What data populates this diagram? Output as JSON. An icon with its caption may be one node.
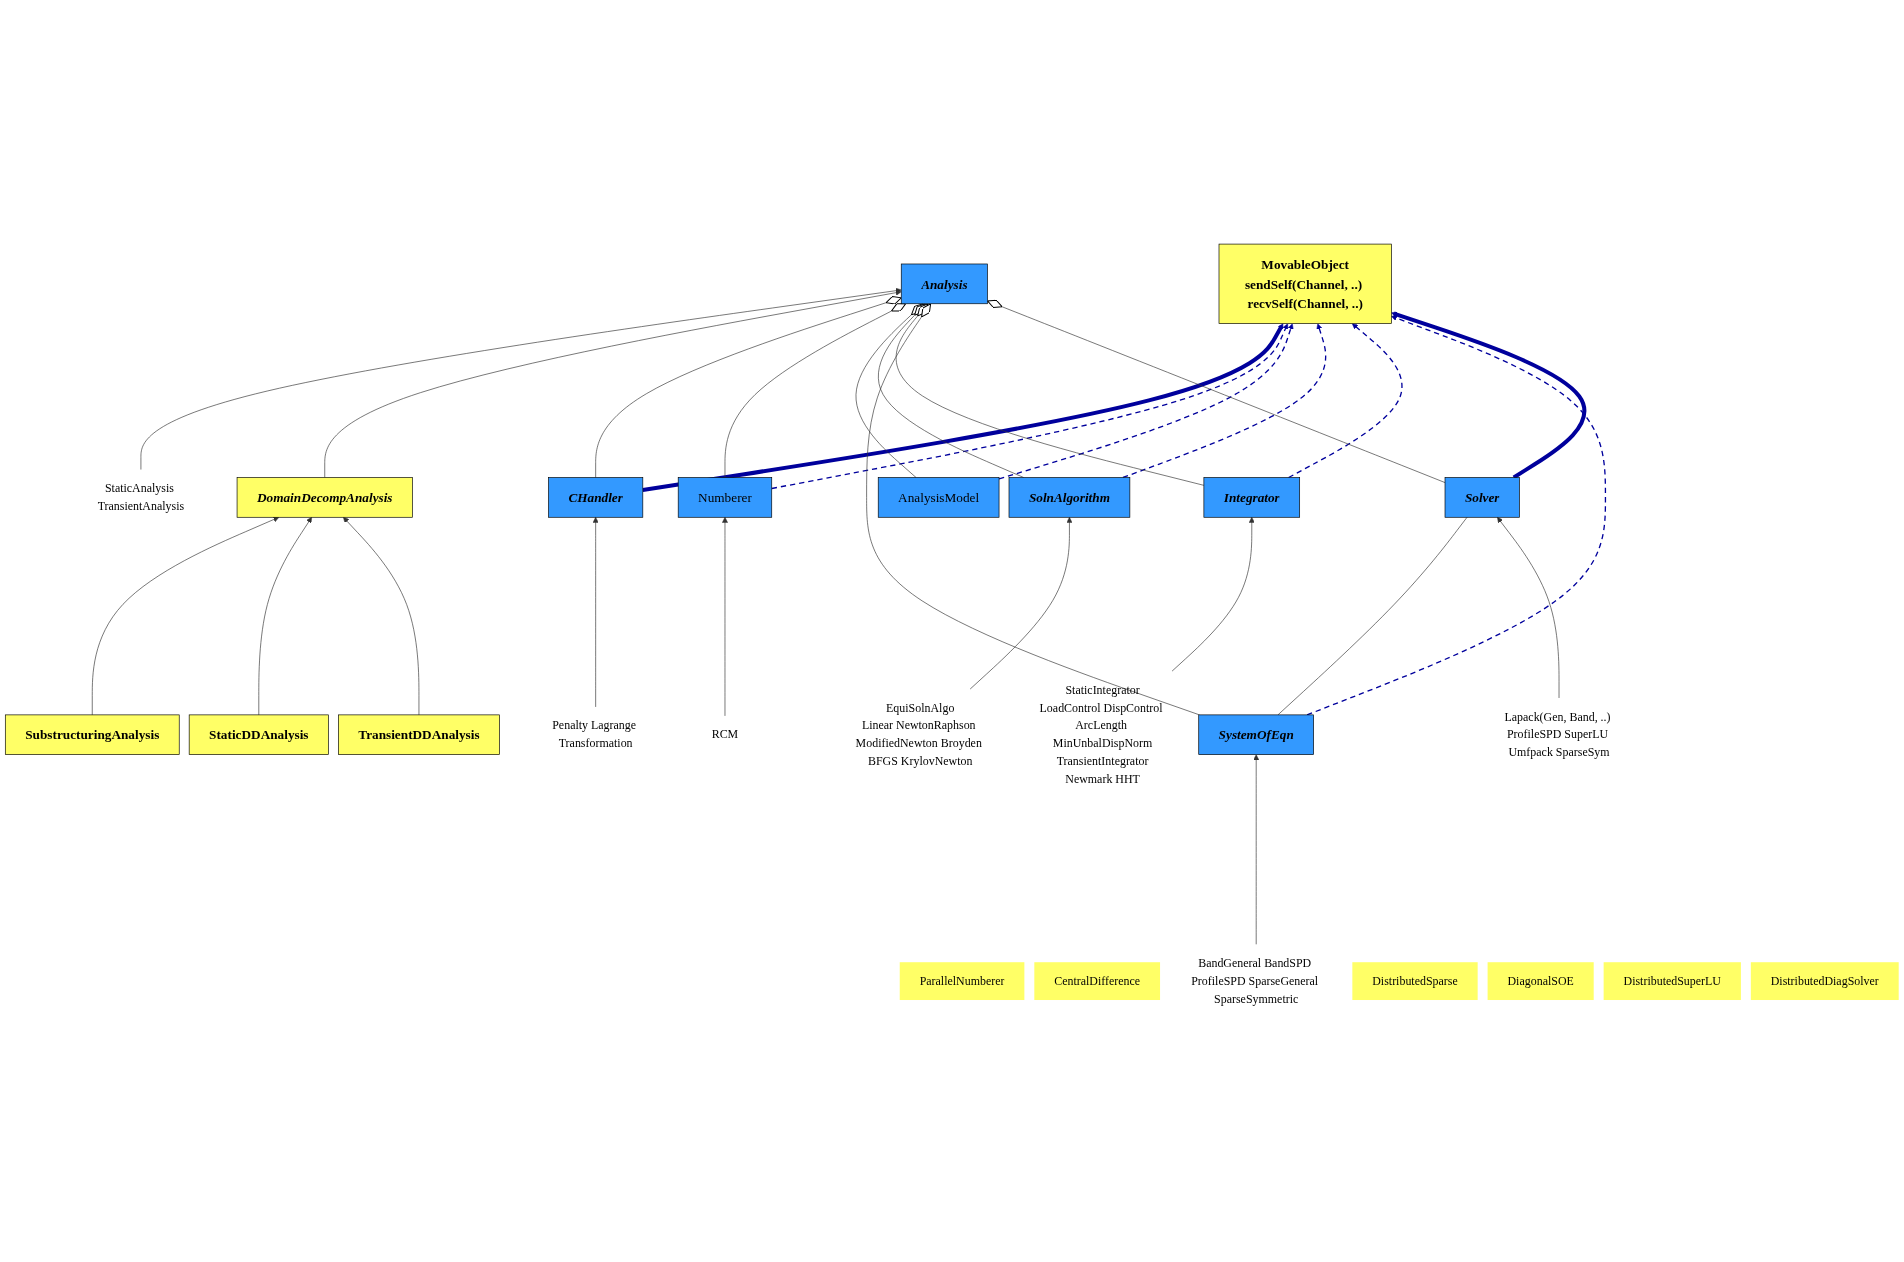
{
  "diagram": {
    "nodes": [
      {
        "text": [
          "MovableObject",
          "sendSelf(Channel, ..) recvSelf(Channel, ..)"
        ]
      },
      {
        "text": [
          "Analysis"
        ]
      },
      {
        "text": [
          "StaticAnalysis TransientAnalysis"
        ]
      },
      {
        "text": [
          "DomainDecompAnalysis"
        ]
      },
      {
        "text": [
          "SubstructuringAnalysis"
        ]
      },
      {
        "text": [
          "StaticDDAnalysis"
        ]
      },
      {
        "text": [
          "TransientDDAnalysis"
        ]
      },
      {
        "text": [
          "CHandler"
        ]
      },
      {
        "text": [
          "Numberer"
        ]
      },
      {
        "text": [
          "AnalysisModel"
        ]
      },
      {
        "text": [
          "SolnAlgorithm"
        ]
      },
      {
        "text": [
          "Integrator"
        ]
      },
      {
        "text": [
          "SystemOfEqn"
        ]
      },
      {
        "text": [
          "Solver"
        ]
      },
      {
        "text": [
          "Penalty Lagrange Transformation"
        ]
      },
      {
        "text": [
          "RCM"
        ]
      },
      {
        "text": [
          "ParallelNumberer"
        ]
      },
      {
        "text": [
          "EquiSolnAlgo",
          "Linear NewtonRaphson ModifiedNewton Broyden BFGS KrylovNewton"
        ]
      },
      {
        "text": [
          "StaticIntegrator",
          "LoadControl DispControl ArcLength MinUnbalDispNorm",
          "TransientIntegrator",
          "Newmark HHT"
        ]
      },
      {
        "text": [
          "CentralDifference"
        ]
      },
      {
        "text": [
          "BandGeneral BandSPD ProfileSPD SparseGeneral SparseSymmetric"
        ]
      },
      {
        "text": [
          "DistributedSparse"
        ]
      },
      {
        "text": [
          "DiagonalSOE"
        ]
      },
      {
        "text": [
          "Lapack(Gen, Band, ..) ProfileSPD SuperLU Umfpack SparseSym"
        ]
      },
      {
        "text": [
          "DistributedSuperLU"
        ]
      },
      {
        "text": [
          "DistributedDiagSolver"
        ]
      }
    ],
    "edges": [
      {
        "from": 2,
        "to": 1,
        "arrow": "to"
      },
      {
        "from": 3,
        "to": 1,
        "arrow": "to"
      },
      {
        "from": 4,
        "to": 3,
        "arrow": "to"
      },
      {
        "from": 5,
        "to": 3,
        "arrow": "to"
      },
      {
        "from": 6,
        "to": 3,
        "arrow": "to"
      },
      {
        "from": 7,
        "to": 0,
        "arrow": "to",
        "style": "thick",
        "color": "#00009c"
      },
      {
        "from": 8,
        "to": 0,
        "arrow": "to",
        "style": "dashed",
        "color": "#00009c"
      },
      {
        "from": 9,
        "to": 0,
        "arrow": "to",
        "style": "dashed",
        "color": "#00009c"
      },
      {
        "from": 10,
        "to": 0,
        "arrow": "to",
        "style": "dashed",
        "color": "#00009c"
      },
      {
        "from": 11,
        "to": 0,
        "arrow": "to",
        "style": "dashed",
        "color": "#00009c"
      },
      {
        "from": 12,
        "to": 0,
        "arrow": "to",
        "style": "dashed",
        "color": "#00009c"
      },
      {
        "from": 13,
        "to": 0,
        "arrow": "to",
        "style": "thick",
        "color": "#00009c"
      },
      {
        "from": 1,
        "to": 7,
        "arrow": "other"
      },
      {
        "from": 1,
        "to": 8,
        "arrow": "other"
      },
      {
        "from": 1,
        "to": 9,
        "arrow": "other"
      },
      {
        "from": 1,
        "to": 10,
        "arrow": "other"
      },
      {
        "from": 1,
        "to": 11,
        "arrow": "other"
      },
      {
        "from": 1,
        "to": 12,
        "arrow": "other"
      },
      {
        "from": 1,
        "to": 13,
        "arrow": "other"
      },
      {
        "from": 12,
        "to": 13,
        "arrow": "none"
      },
      {
        "from": 14,
        "to": 7,
        "arrow": "to"
      },
      {
        "from": 15,
        "to": 8,
        "arrow": "to"
      },
      {
        "from": 17,
        "to": 10,
        "arrow": "to"
      },
      {
        "from": 18,
        "to": 11,
        "arrow": "to"
      },
      {
        "from": 20,
        "to": 12,
        "arrow": "to"
      },
      {
        "from": 23,
        "to": 13,
        "arrow": "to"
      }
    ]
  }
}
